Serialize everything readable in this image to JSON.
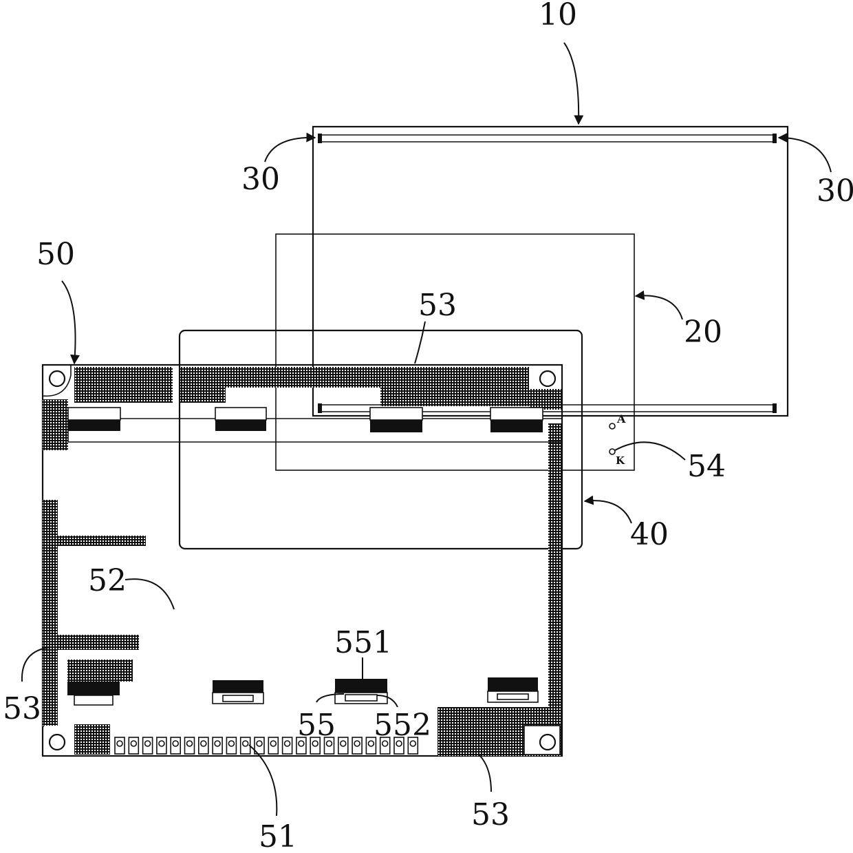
{
  "figure": {
    "labels": {
      "glass_cover": "10",
      "display_panel": "20",
      "spacer_left": "30",
      "spacer_right": "30",
      "touch_panel": "40",
      "circuit_board": "50",
      "pin_header": "51",
      "board_area": "52",
      "copper_top": "53",
      "copper_left": "53",
      "copper_bottom": "53",
      "pad_ak": "54",
      "connector": "55",
      "connector_top": "551",
      "connector_bottom": "552"
    },
    "pad_marks": {
      "anode": "A",
      "cathode": "K"
    },
    "pin_count": 22
  },
  "colors": {
    "ink": "#111111",
    "background": "#ffffff"
  }
}
